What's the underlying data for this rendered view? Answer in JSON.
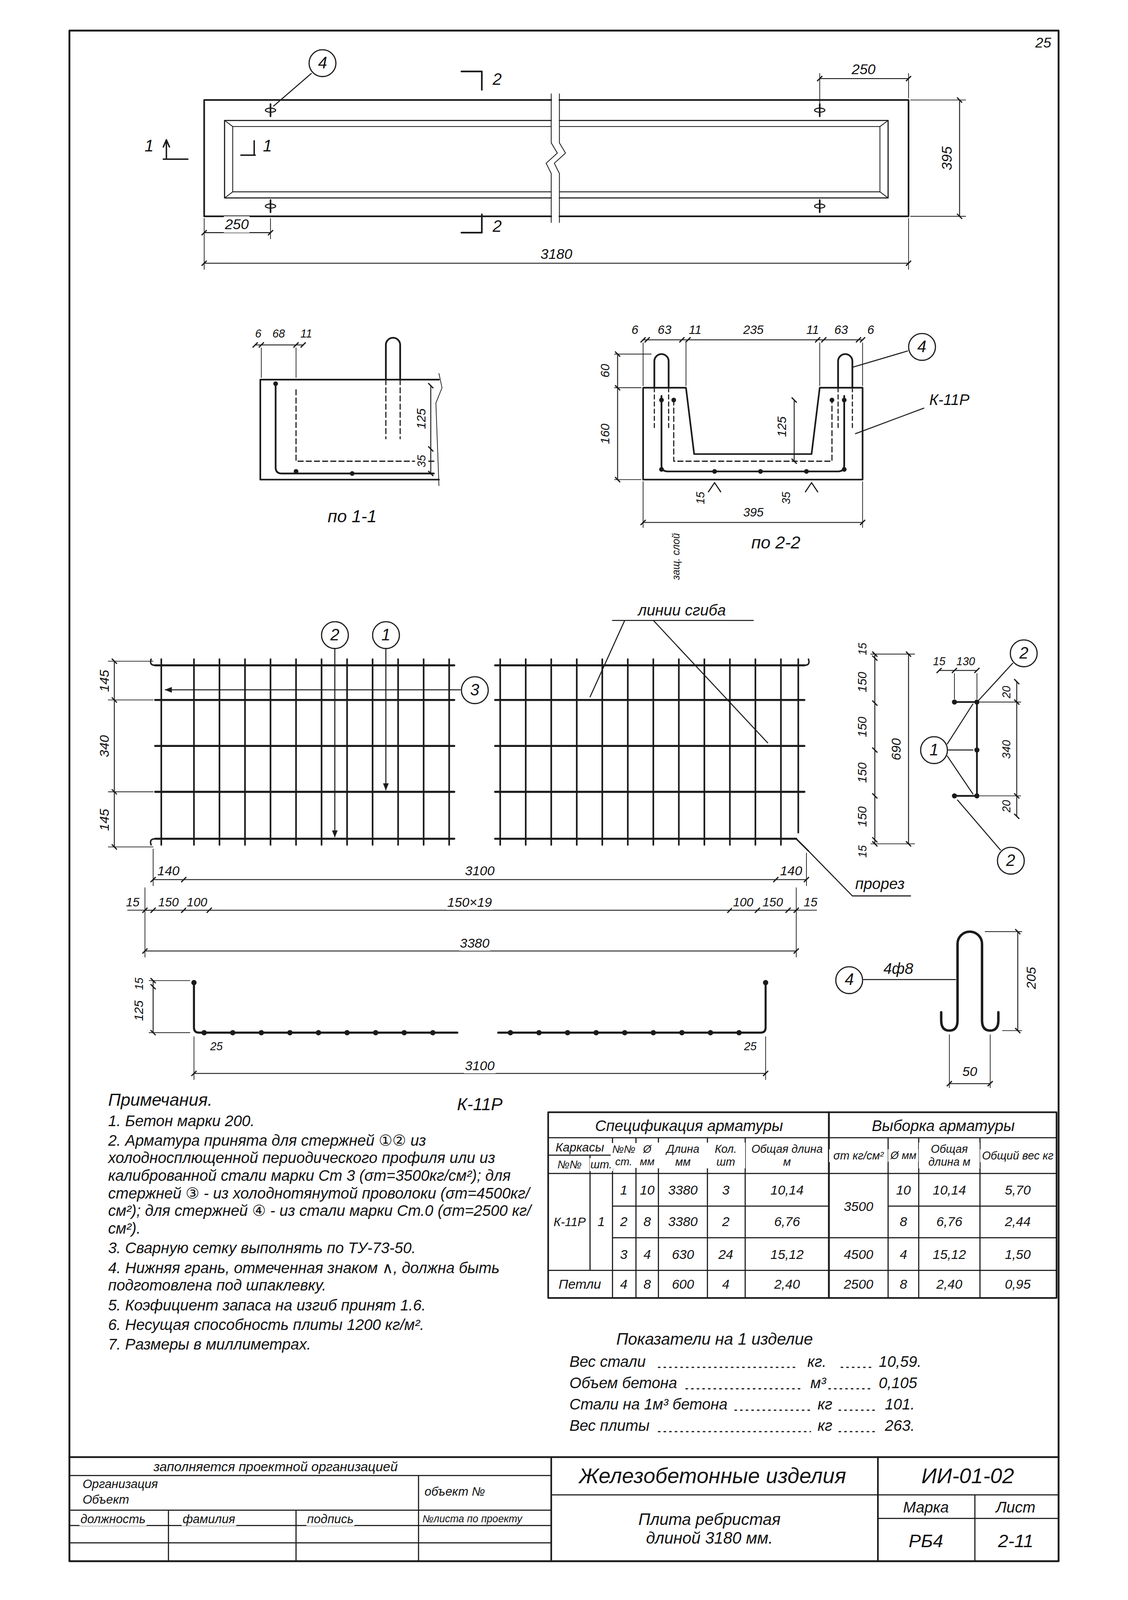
{
  "diagram": {
    "nodes": [
      {
        "text": [
          "4"
        ]
      },
      {
        "text": [
          "4"
        ]
      },
      {
        "text": [
          "2"
        ]
      },
      {
        "text": [
          "1"
        ]
      },
      {
        "text": [
          "2"
        ]
      },
      {
        "text": [
          "3"
        ]
      },
      {
        "text": [
          "1"
        ]
      },
      {
        "text": [
          "2"
        ]
      },
      {
        "text": [
          "4"
        ]
      }
    ],
    "labels": [
      "25",
      "2",
      "1",
      "1",
      "250",
      "395",
      "2",
      "250",
      "3180",
      "6",
      "68",
      "11",
      "125",
      "35",
      "по 1-1",
      "6",
      "63",
      "11",
      "235",
      "11",
      "63",
      "6",
      "60",
      "160",
      "125",
      "15",
      "35",
      "395",
      "защ. слой",
      "по 2-2",
      "К-11Р",
      "линии сгиба",
      "145",
      "340",
      "145",
      "15",
      "150",
      "150",
      "150",
      "150",
      "15",
      "690",
      "15",
      "130",
      "20",
      "340",
      "20",
      "прорез",
      "140",
      "3100",
      "140",
      "15",
      "150",
      "100",
      "150×19",
      "100",
      "150",
      "15",
      "3380",
      "15",
      "125",
      "25",
      "25",
      "3100",
      "К-11Р",
      "4ф8",
      "205",
      "50",
      "Примечания.",
      "1. Бетон марки 200.",
      "2. Арматура принята для стержней ①② из холодносплющенной периодического профиля или из калиброванной стали марки Ст 3 (σт=3500кг/см²); для стержней ③ - из холоднотянутой проволоки (σт=4500кг/см²); для стержней ④ - из стали марки Ст.0 (σт=2500 кг/см²).",
      "3. Сварную сетку выполнять по ТУ-73-50.",
      "4. Нижняя грань, отмеченная знаком ∧, должна быть подготовлена под шпаклевку.",
      "5. Коэфициент запаса на изгиб принят 1.6.",
      "6. Несущая способность плиты 1200 кг/м².",
      "7. Размеры в миллиметрах.",
      "Спецификация арматуры",
      "Выборка арматуры",
      "Каркасы",
      "№№ ст.",
      "Ø мм",
      "Длина мм",
      "Кол. шт",
      "Общая длина м",
      "σт кг/см²",
      "Ø мм",
      "Общая длина м",
      "Общий вес кг",
      "№№",
      "шт.",
      "К-11Р",
      "1",
      "1",
      "10",
      "3380",
      "3",
      "10,14",
      "3500",
      "10",
      "10,14",
      "5,70",
      "2",
      "8",
      "3380",
      "2",
      "6,76",
      "8",
      "6,76",
      "2,44",
      "3",
      "4",
      "630",
      "24",
      "15,12",
      "4500",
      "4",
      "15,12",
      "1,50",
      "Петли",
      "4",
      "8",
      "600",
      "4",
      "2,40",
      "2500",
      "8",
      "2,40",
      "0,95",
      "Показатели на 1 изделие",
      "Вес стали",
      "кг.",
      "10,59.",
      "Объем бетона",
      "м³",
      "0,105",
      "Стали на 1м³ бетона",
      "кг",
      "101.",
      "Вес плиты",
      "кг",
      "263.",
      "заполняется проектной организацией",
      "Организация",
      "Объект",
      "объект №",
      "должность",
      "фамилия",
      "подпись",
      "№листа по проекту",
      "Железобетонные изделия",
      "ИИ-01-02",
      "Плита ребристая длиной 3180 мм.",
      "Марка",
      "Лист",
      "РБ4",
      "2-11"
    ]
  }
}
